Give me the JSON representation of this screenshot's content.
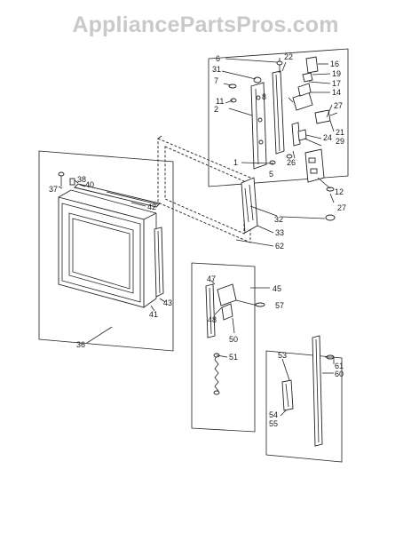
{
  "watermark": "AppliancePartsPros.com",
  "colors": {
    "line": "#222222",
    "watermark": "#c9c9c9",
    "background": "#ffffff"
  },
  "callouts": {
    "c1": "1",
    "c2": "2",
    "c5": "5",
    "c6": "6",
    "c7": "7",
    "c8": "8",
    "c11": "11",
    "c12": "12",
    "c14": "14",
    "c16": "16",
    "c17": "17",
    "c19": "19",
    "c21": "21",
    "c22": "22",
    "c24": "24",
    "c26": "26",
    "c27a": "27",
    "c27b": "27",
    "c29": "29",
    "c31": "31",
    "c32": "32",
    "c33": "33",
    "c36": "36",
    "c37": "37",
    "c38": "38",
    "c40": "40",
    "c41": "41",
    "c42": "42",
    "c43": "43",
    "c45": "45",
    "c47": "47",
    "c48": "48",
    "c50": "50",
    "c51": "51",
    "c53": "53",
    "c54": "54",
    "c55": "55",
    "c57": "57",
    "c60": "60",
    "c61": "61",
    "c62": "62"
  }
}
